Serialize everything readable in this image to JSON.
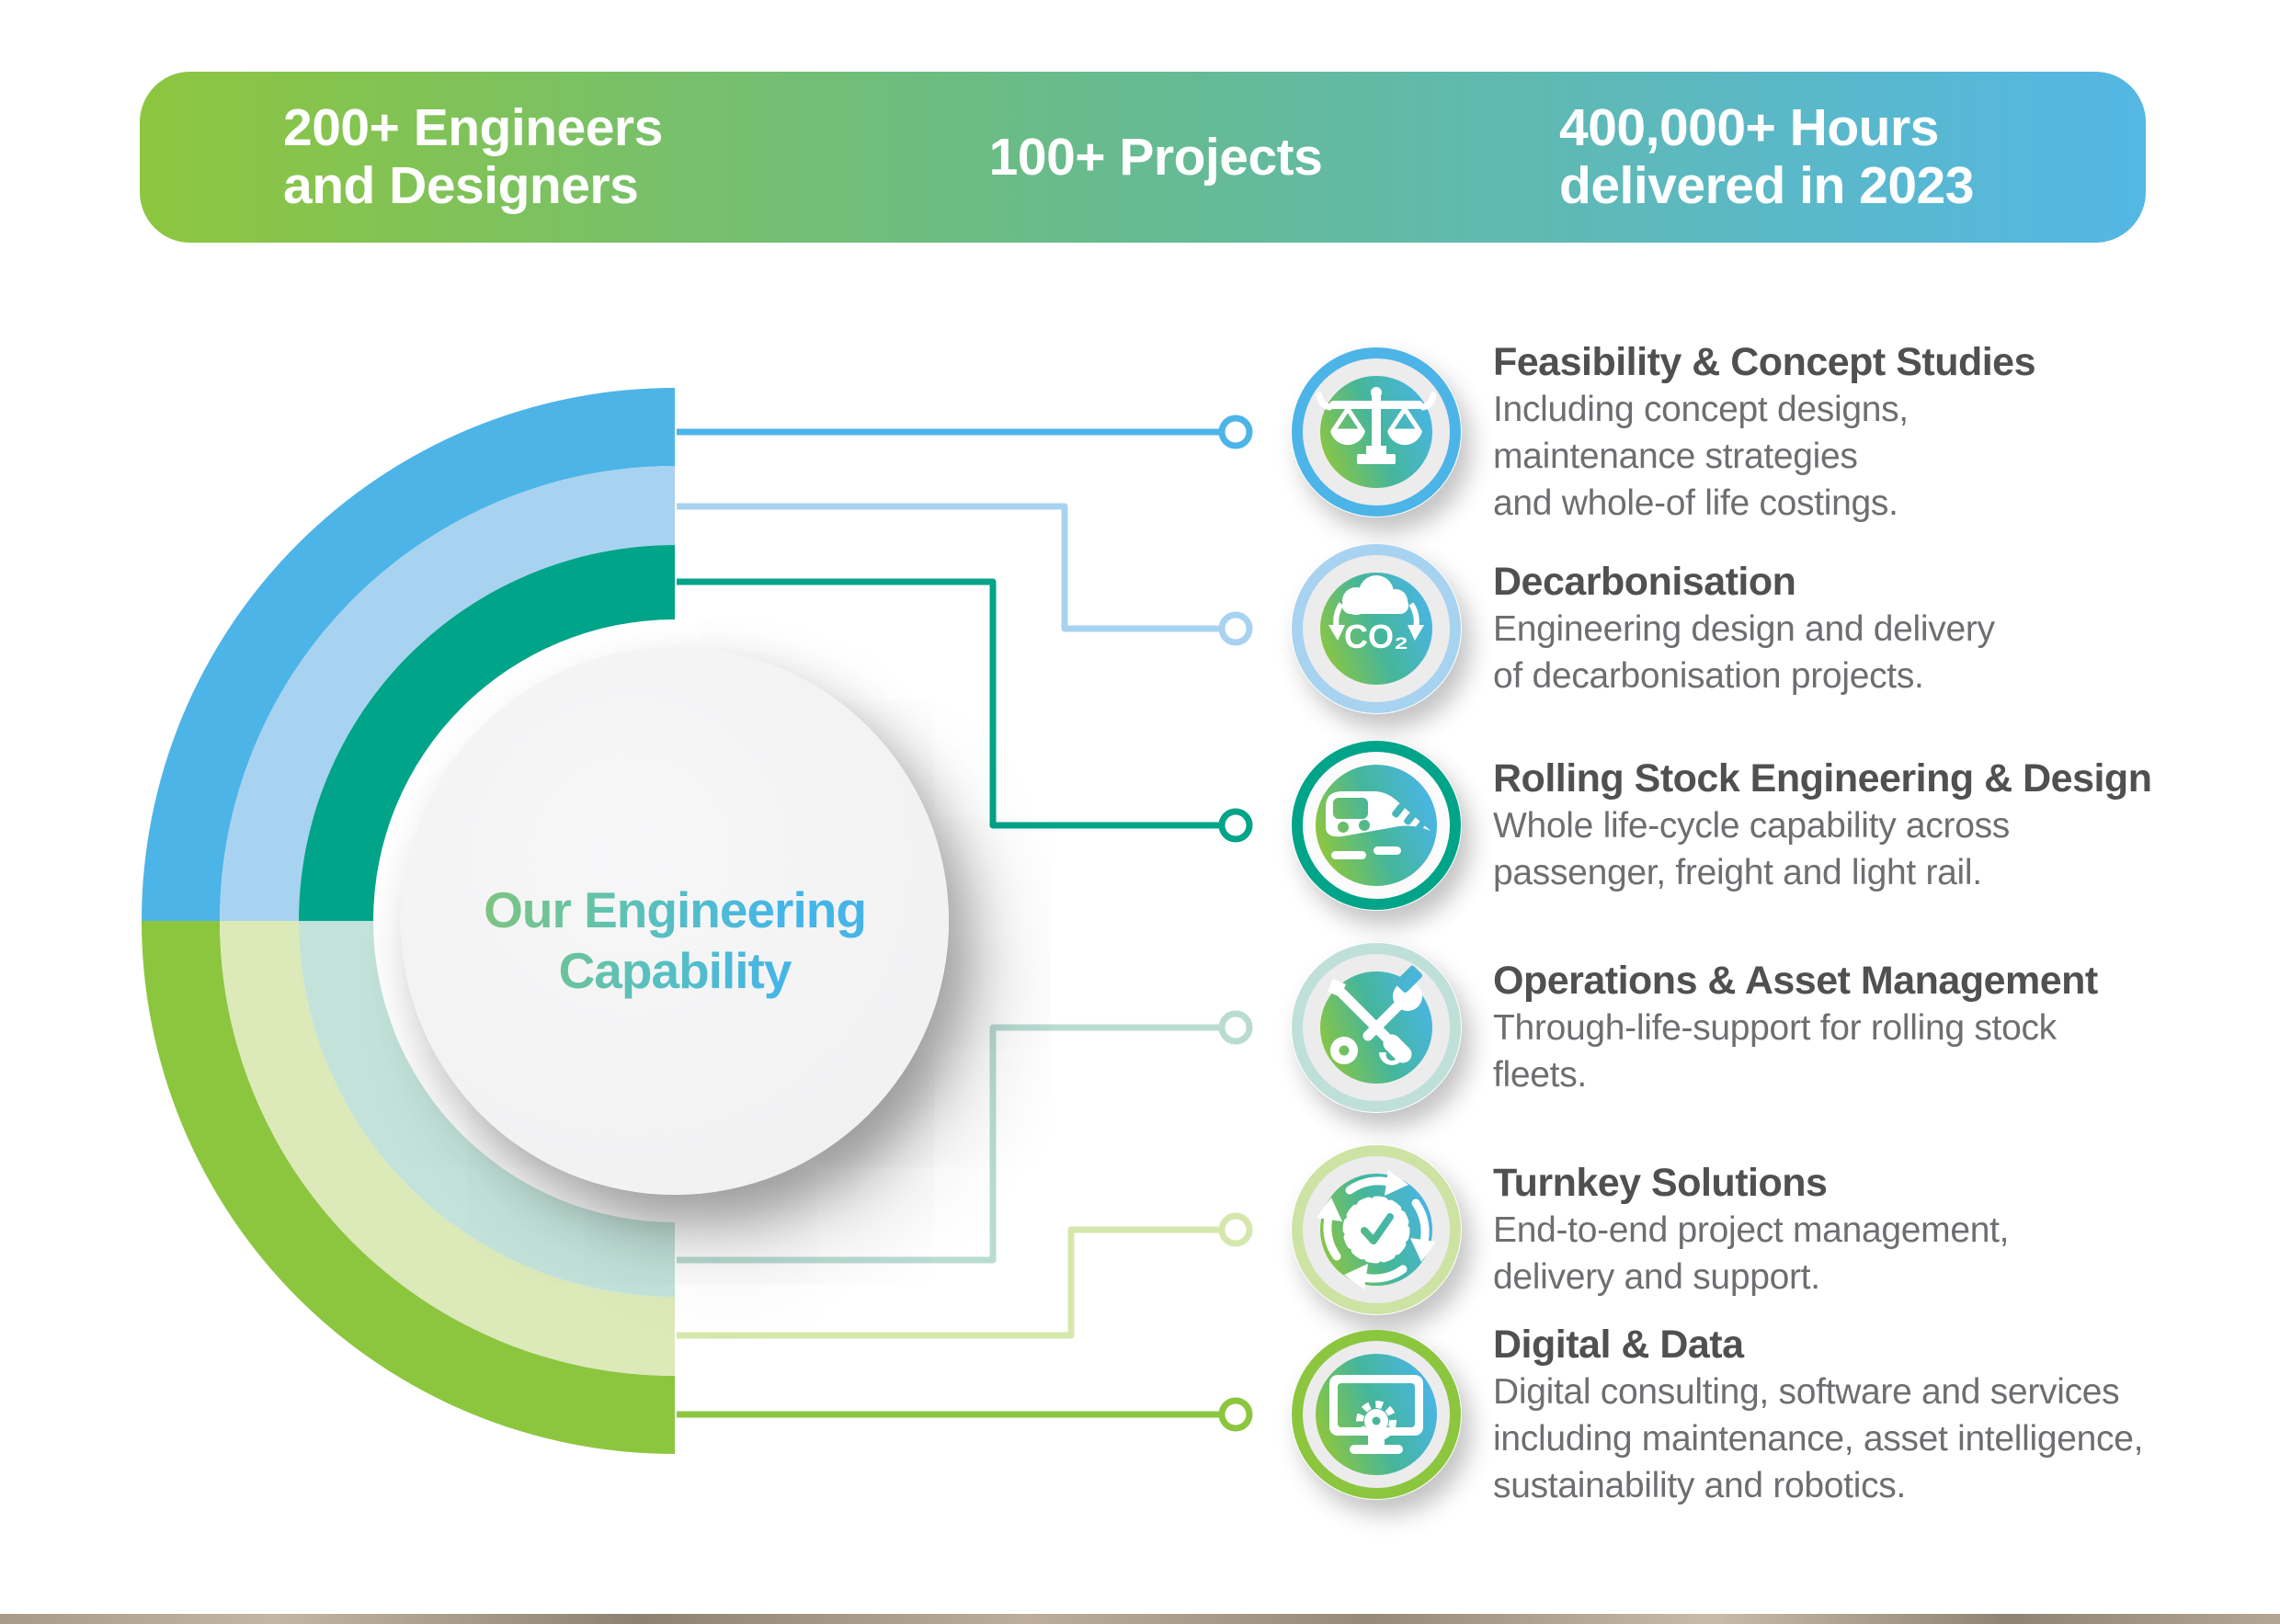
{
  "banner": {
    "stat1": {
      "line1": "200+ Engineers",
      "line2": "and Designers"
    },
    "stat2": {
      "line1": "100+ Projects"
    },
    "stat3": {
      "line1": "400,000+ Hours",
      "line2": "delivered in 2023"
    }
  },
  "center": {
    "line1": "Our Engineering",
    "line2": "Capability"
  },
  "items": [
    {
      "title": "Feasibility & Concept Studies",
      "body": "Including concept designs,\nmaintenance strategies\nand whole-of life costings.",
      "icon": "scales-icon",
      "accent": "#4db4e7"
    },
    {
      "title": "Decarbonisation",
      "body": "Engineering design and delivery\nof decarbonisation projects.",
      "icon": "co2-cloud-icon",
      "accent": "#a8d3f0",
      "icon_label": "CO₂"
    },
    {
      "title": "Rolling Stock Engineering & Design",
      "body": "Whole life-cycle capability across\npassenger, freight and light rail.",
      "icon": "train-icon",
      "accent": "#00a489"
    },
    {
      "title": "Operations & Asset Management",
      "body": "Through-life-support for rolling stock\nfleets.",
      "icon": "tools-icon",
      "accent": "#bfe0d8"
    },
    {
      "title": "Turnkey Solutions",
      "body": "End-to-end project management,\ndelivery and support.",
      "icon": "gear-cycle-icon",
      "accent": "#cde3a4"
    },
    {
      "title": "Digital & Data",
      "body": "Digital consulting, software and services\nincluding maintenance, asset intelligence,\nsustainability and robotics.",
      "icon": "monitor-gear-icon",
      "accent": "#8cc63f"
    }
  ],
  "colors": {
    "banner_green": "#8dc63f",
    "banner_mid": "#67bb8e",
    "banner_blue": "#54b7e5",
    "arc_blue": "#4db4e7",
    "arc_lightblue": "#a8d3f0",
    "arc_teal": "#00a489",
    "arc_green": "#8cc63f",
    "arc_palegreen": "#dce9b8",
    "arc_paleteal": "#c3e3da",
    "line_paleteal": "#b9dcd2",
    "line_palegreen": "#d6e7ad",
    "icon_grad_green": "#8dc63f",
    "icon_grad_mid": "#45b69b",
    "icon_grad_blue": "#4ab5e6",
    "title_gray": "#4f5052",
    "body_gray": "#6d6e71",
    "circle_bg": "#f2f2f3",
    "text_grad_green": "#7dc57f",
    "text_grad_blue": "#45b5e8"
  }
}
